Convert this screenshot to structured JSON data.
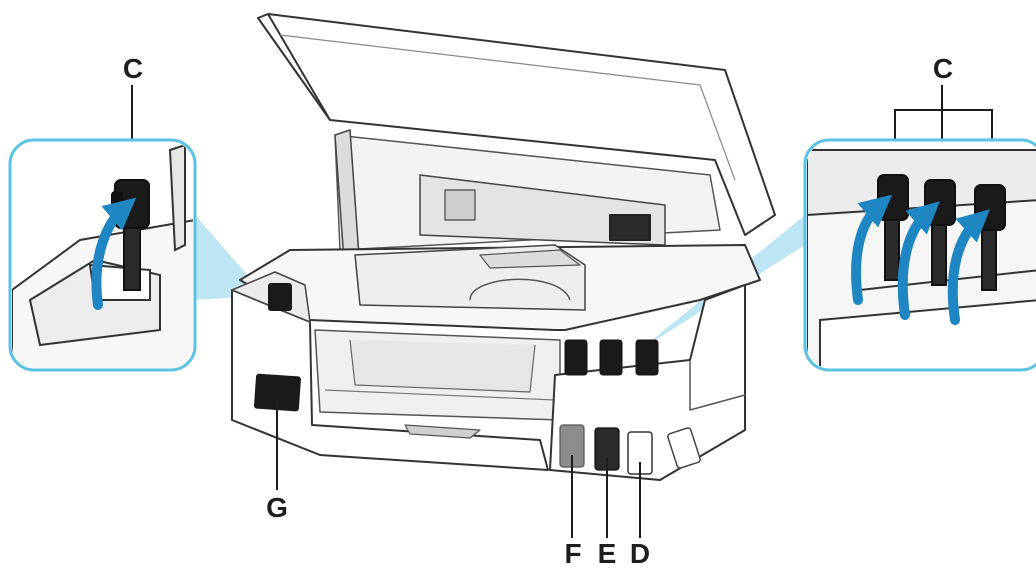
{
  "labels": {
    "c_left": "C",
    "c_right": "C",
    "g": "G",
    "f": "F",
    "e": "E",
    "d": "D"
  },
  "colors": {
    "callout": "#5bc2e4",
    "arrow": "#1e86c2",
    "ink_black": "#1a1a1a",
    "ink_gray": "#8c8c8c",
    "outline": "#333333",
    "body": "#ffffff"
  }
}
